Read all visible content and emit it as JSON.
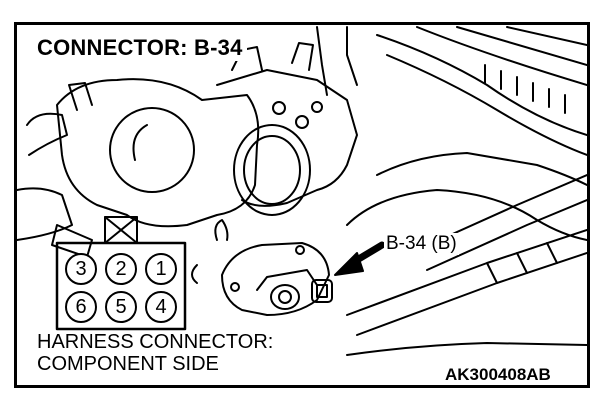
{
  "title": "CONNECTOR: B-34",
  "callout": "B-34 (B)",
  "harness_label": {
    "line1": "HARNESS CONNECTOR:",
    "line2": "COMPONENT SIDE"
  },
  "figure_code": "AK300408AB",
  "connector": {
    "top_row": [
      "3",
      "2",
      "1"
    ],
    "bottom_row": [
      "6",
      "5",
      "4"
    ]
  },
  "colors": {
    "line": "#000000",
    "background": "#ffffff"
  }
}
